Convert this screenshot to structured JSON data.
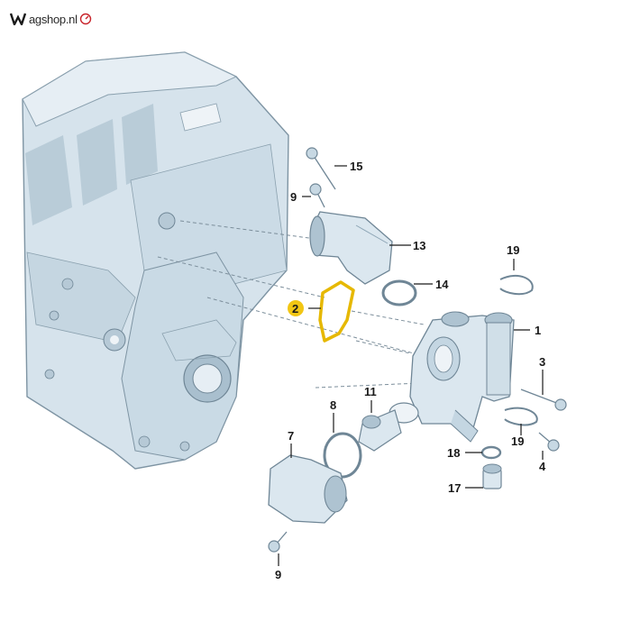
{
  "brand": {
    "name": "agshop.nl",
    "logo_icon": "vw-badge-icon",
    "accent": "#c8232a"
  },
  "colors": {
    "part_fill": "#dbe7ef",
    "part_shadow": "#aec3d1",
    "part_dark": "#8ea6b6",
    "highlight_gasket": "#e6b800",
    "label": "#1a1a1a"
  },
  "callouts": [
    {
      "id": "c1",
      "number": "1",
      "highlighted": false
    },
    {
      "id": "c2",
      "number": "2",
      "highlighted": true
    },
    {
      "id": "c3",
      "number": "3",
      "highlighted": false
    },
    {
      "id": "c4",
      "number": "4",
      "highlighted": false
    },
    {
      "id": "c7",
      "number": "7",
      "highlighted": false
    },
    {
      "id": "c8",
      "number": "8",
      "highlighted": false
    },
    {
      "id": "c9a",
      "number": "9",
      "highlighted": false
    },
    {
      "id": "c9b",
      "number": "9",
      "highlighted": false
    },
    {
      "id": "c11",
      "number": "11",
      "highlighted": false
    },
    {
      "id": "c13",
      "number": "13",
      "highlighted": false
    },
    {
      "id": "c14",
      "number": "14",
      "highlighted": false
    },
    {
      "id": "c15",
      "number": "15",
      "highlighted": false
    },
    {
      "id": "c17",
      "number": "17",
      "highlighted": false
    },
    {
      "id": "c18",
      "number": "18",
      "highlighted": false
    },
    {
      "id": "c19a",
      "number": "19",
      "highlighted": false
    },
    {
      "id": "c19b",
      "number": "19",
      "highlighted": false
    }
  ]
}
